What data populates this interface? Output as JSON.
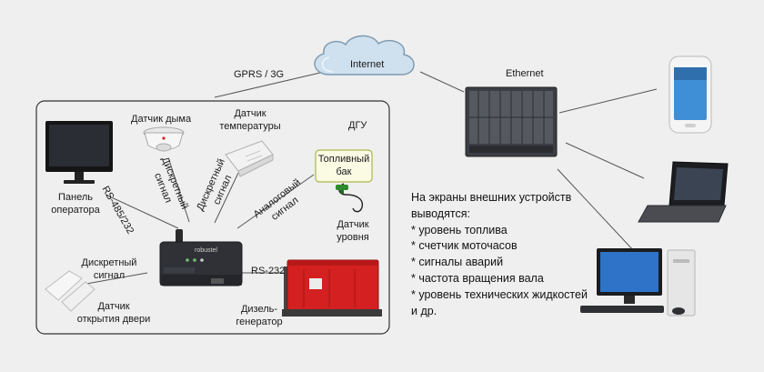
{
  "cloud": {
    "label": "Internet"
  },
  "links": {
    "gprs": "GPRS / 3G",
    "ethernet": "Ethernet",
    "rs485": "RS-485/232",
    "rs232": "RS-232",
    "discrete_smoke": "Дискретный\nсигнал",
    "discrete_temp": "Дискретный\nсигнал",
    "analog": "Аналоговый\nсигнал",
    "discrete_door": "Дискретный\nсигнал"
  },
  "devices": {
    "operator_panel": "Панель\nоператора",
    "smoke_sensor": "Датчик дыма",
    "temp_sensor": "Датчик\nтемпературы",
    "dgu": "ДГУ",
    "fuel_tank": "Топливный\nбак",
    "level_sensor": "Датчик\nуровня",
    "door_sensor": "Датчик\nоткрытия двери",
    "generator": "Дизель-\nгенератор",
    "router_brand": "robustel"
  },
  "info": {
    "heading_1": "На экраны внешних устройств",
    "heading_2": "выводятся:",
    "items": [
      "* уровень топлива",
      "* счетчик моточасов",
      "* сигналы аварий",
      "* частота вращения вала",
      "* уровень технических жидкостей",
      "и др."
    ]
  },
  "colors": {
    "background": "#efefef",
    "tank_fill": "#fbfbe4",
    "tank_border": "#a9b84a",
    "generator": "#d42020",
    "cloud": "#cfe0ee"
  }
}
